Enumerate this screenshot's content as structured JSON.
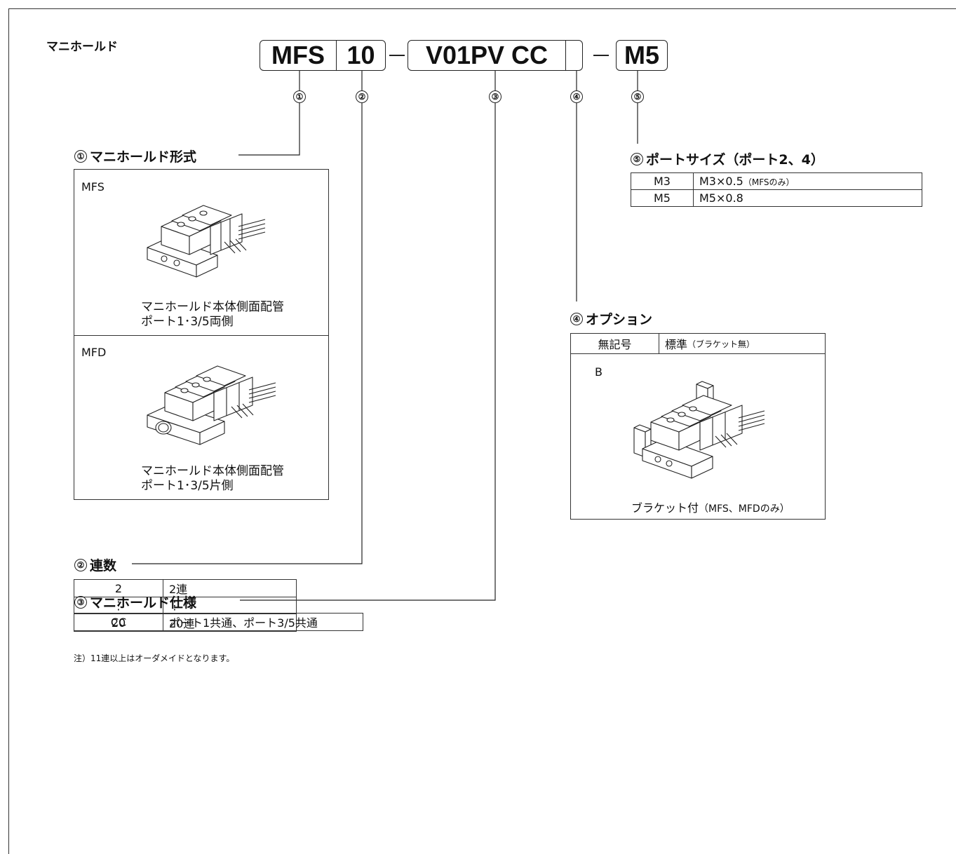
{
  "title": "マニホールド",
  "code": {
    "seg1": "MFS",
    "seg2": "10",
    "seg3": "V01PV CC",
    "seg4": "",
    "seg5": "M5"
  },
  "markers": [
    "①",
    "②",
    "③",
    "④",
    "⑤"
  ],
  "sec1": {
    "num": "①",
    "title": "マニホールド形式",
    "items": [
      {
        "code": "MFS",
        "caption1": "マニホールド本体側面配管",
        "caption2": "ポート1･3/5両側"
      },
      {
        "code": "MFD",
        "caption1": "マニホールド本体側面配管",
        "caption2": "ポート1･3/5片側"
      }
    ]
  },
  "sec2": {
    "num": "②",
    "title": "連数",
    "rows": [
      [
        "2",
        "2連"
      ],
      [
        "⋮",
        "⋮"
      ],
      [
        "20",
        "20連"
      ]
    ],
    "note": "注）11連以上はオーダメイドとなります。"
  },
  "sec3": {
    "num": "③",
    "title": "マニホールド仕様",
    "rows": [
      [
        "CC",
        "ポート1共通、ポート3/5共通"
      ]
    ]
  },
  "sec4": {
    "num": "④",
    "title": "オプション",
    "row_code": "無記号",
    "row_desc": "標準",
    "row_desc_small": "（ブラケット無）",
    "b_code": "B",
    "b_caption": "ブラケット付",
    "b_caption_small": "（MFS、MFDのみ）"
  },
  "sec5": {
    "num": "⑤",
    "title": "ポートサイズ（ポート2、4）",
    "rows": [
      {
        "code": "M3",
        "desc": "M3×0.5",
        "desc_small": "（MFSのみ）"
      },
      {
        "code": "M5",
        "desc": "M5×0.8",
        "desc_small": ""
      }
    ]
  },
  "colors": {
    "line": "#222222",
    "background": "#ffffff"
  }
}
